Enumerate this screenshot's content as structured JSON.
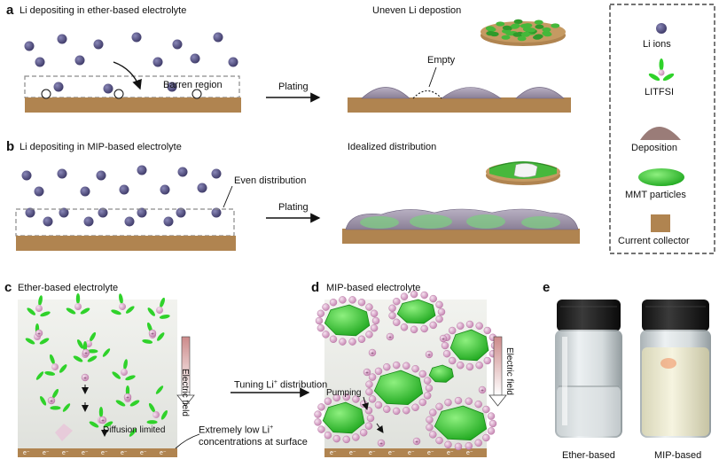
{
  "panels": {
    "a": {
      "letter": "a",
      "title": "Li depositing in ether-based electrolyte",
      "result": "Uneven Li depostion",
      "barren": "Barren region",
      "empty": "Empty",
      "plating": "Plating"
    },
    "b": {
      "letter": "b",
      "title": "Li depositing in MIP-based electrolyte",
      "result": "Idealized distribution",
      "even": "Even distribution",
      "plating": "Plating"
    },
    "c": {
      "letter": "c",
      "title": "Ether-based electrolyte",
      "field": "Electric field",
      "tuning_pre": "Tuning Li",
      "tuning_sup": "+",
      "tuning_post": " distribution",
      "diffusion": "Diffusion limited",
      "low_line1_pre": "Extremely low Li",
      "low_line1_sup": "+",
      "low_line2": "concentrations at surface"
    },
    "d": {
      "letter": "d",
      "title": "MIP-based electrolyte",
      "field": "Electric field",
      "pumping": "Pumping"
    },
    "e": {
      "letter": "e",
      "left_vial": "Ether-based",
      "right_vial": "MIP-based"
    }
  },
  "legend": [
    {
      "label": "Li ions",
      "icon": "li-ion-icon"
    },
    {
      "label": "LITFSI",
      "icon": "litfsi-icon"
    },
    {
      "label": "Deposition",
      "icon": "deposition-icon"
    },
    {
      "label": "MMT particles",
      "icon": "mmt-particle-icon"
    },
    {
      "label": "Current collector",
      "icon": "current-collector-icon"
    }
  ],
  "electron_label": "e⁻",
  "ion_sign": "+",
  "colors": {
    "li_ion": "#4f4c7a",
    "collector": "#b08450",
    "deposition": "#9a8fa6",
    "mmt": "#3ec43a",
    "litfsi": "#2fd22a",
    "pink_ion": "#d8a2c8"
  }
}
